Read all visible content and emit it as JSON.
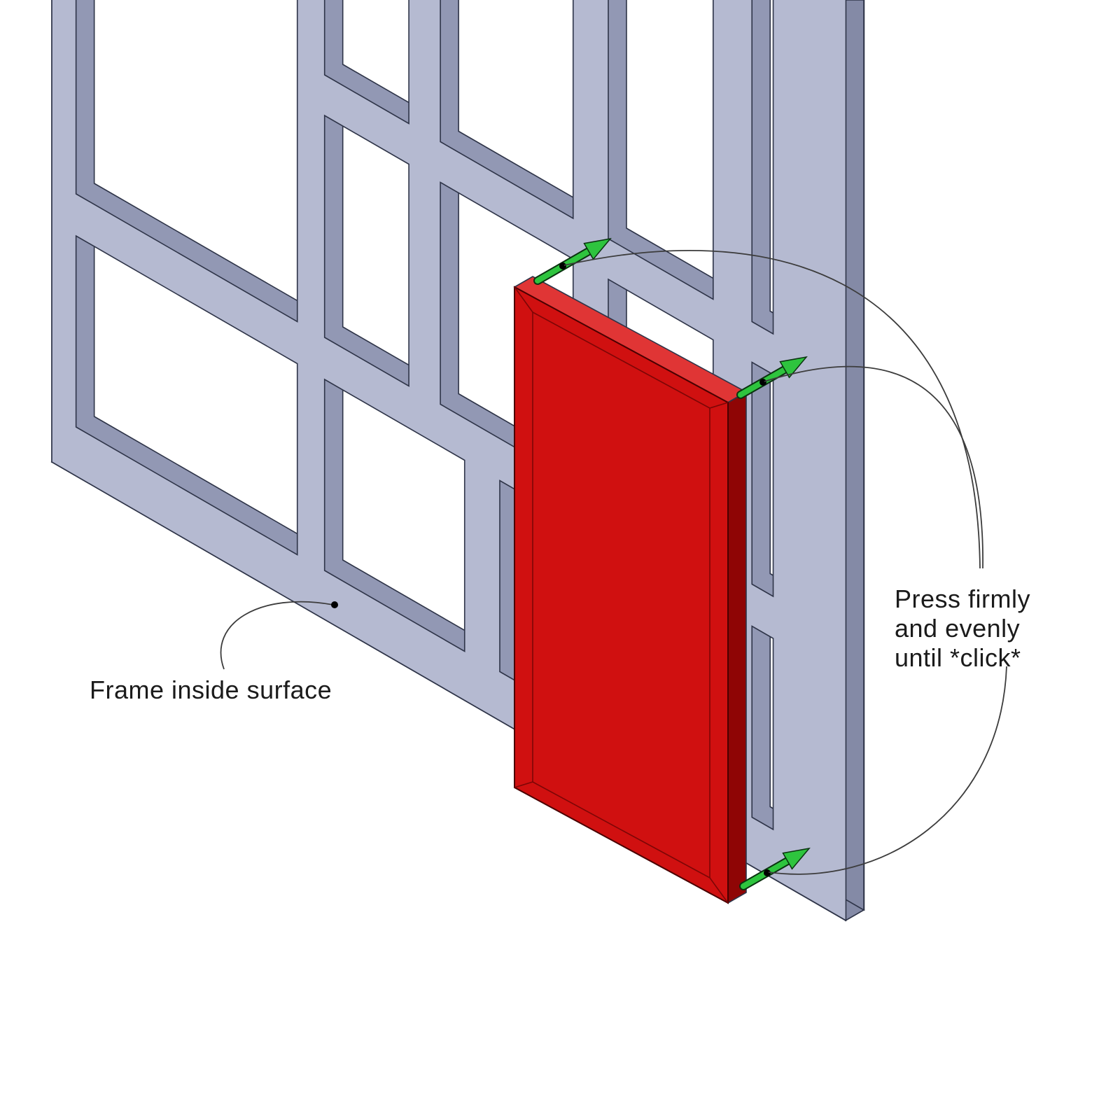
{
  "diagram": {
    "annotations": {
      "frame_surface_label": "Frame inside surface",
      "press_instruction": [
        "Press firmly",
        "and evenly",
        "until *click*"
      ]
    },
    "colors": {
      "frame_front": "#b5bad1",
      "frame_reveal": "#9298b4",
      "frame_side": "#848aa6",
      "panel_red": "#d01010",
      "panel_red_inner": "#c40c0c",
      "panel_red_light": "#e03535",
      "panel_red_dark": "#8f0505",
      "arrow_green": "#2ec43e"
    }
  }
}
